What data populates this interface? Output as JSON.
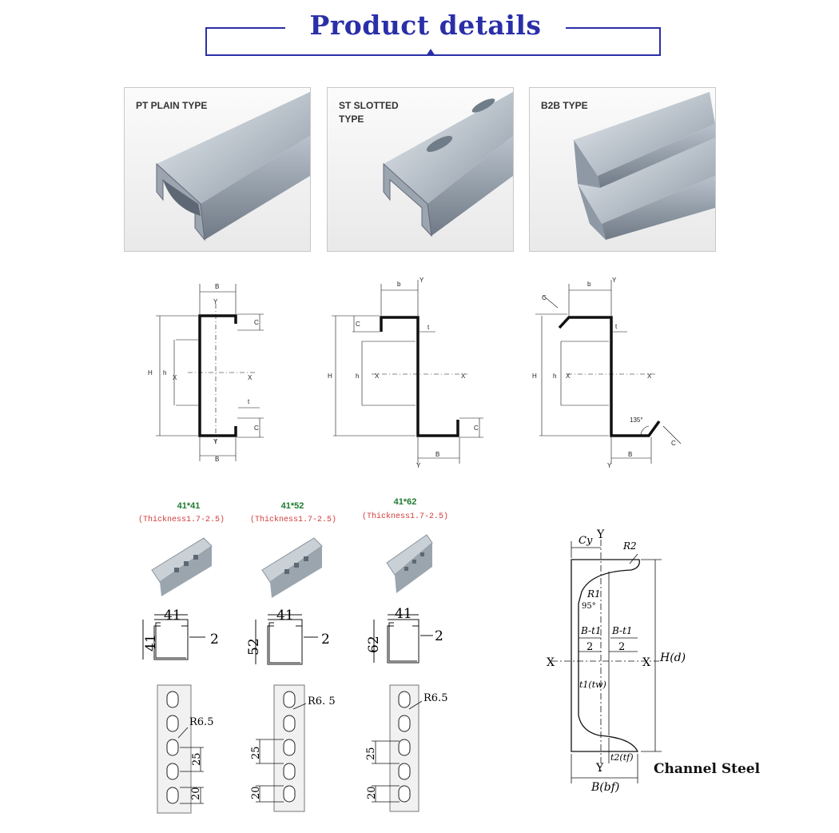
{
  "header": {
    "title": "Product details"
  },
  "products": [
    {
      "label": "PT PLAIN TYPE"
    },
    {
      "label": "ST SLOTTED TYPE"
    },
    {
      "label": "B2B TYPE"
    }
  ],
  "drawings": {
    "plain": {
      "B": "B",
      "Y": "Y",
      "C": "C",
      "H": "H",
      "h": "h",
      "X": "X",
      "t": "t"
    },
    "slotted": {
      "b": "b",
      "Y": "Y",
      "C": "C",
      "H": "H",
      "h": "h",
      "X": "X",
      "t": "t",
      "B": "B"
    },
    "b2b": {
      "b": "b",
      "Y": "Y",
      "C": "C",
      "H": "H",
      "h": "h",
      "X": "X",
      "t": "t",
      "B": "B",
      "angle": "135°"
    }
  },
  "sizes": [
    {
      "size": "41*41",
      "thickness": "(Thickness1.7-2.5)",
      "width": "41",
      "height": "41",
      "t": "2",
      "r": "R6.5",
      "pitch": "25",
      "slot": "20"
    },
    {
      "size": "41*52",
      "thickness": "(Thickness1.7-2.5)",
      "width": "41",
      "height": "52",
      "t": "2",
      "r": "R6. 5",
      "pitch": "25",
      "slot": "20"
    },
    {
      "size": "41*62",
      "thickness": "(Thickness1.7-2.5)",
      "width": "41",
      "height": "62",
      "t": "2",
      "r": "R6.5",
      "pitch": "25",
      "slot": "20"
    }
  ],
  "channel": {
    "caption": "Channel Steel",
    "cy": "Cy",
    "y": "Y",
    "r2": "R2",
    "r1": "R1",
    "angle": "95°",
    "frac_left_num": "B-t1",
    "frac_left_den": "2",
    "frac_right_num": "B-t1",
    "frac_right_den": "2",
    "x": "X",
    "hd": "H(d)",
    "tw": "t1(tw)",
    "tf": "t2(tf)",
    "bf": "B(bf)"
  },
  "colors": {
    "accent": "#2a2fa8",
    "size_green": "#1e7a30",
    "thickness_red": "#d23a3a"
  }
}
